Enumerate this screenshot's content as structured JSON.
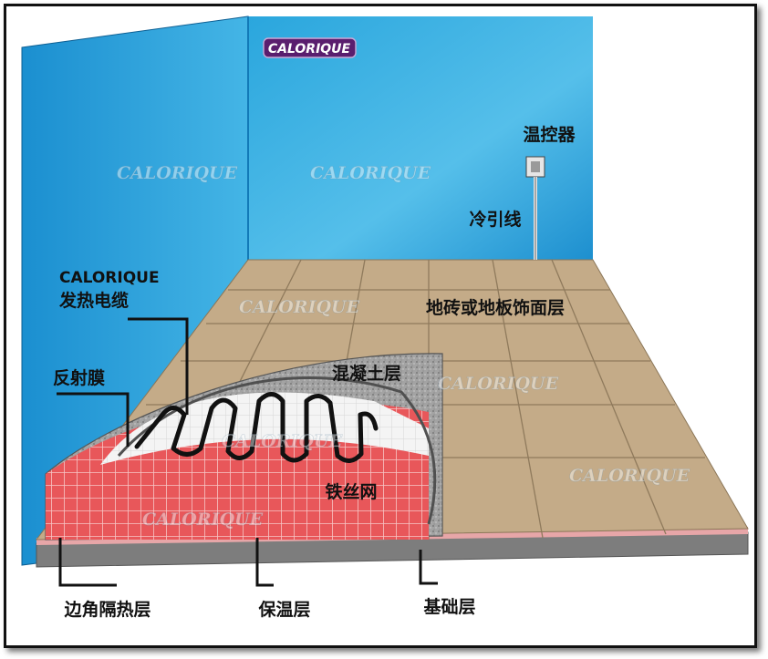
{
  "brand": {
    "logo_text": "CALORIQUE"
  },
  "watermark": "CALORIQUE",
  "labels": {
    "thermostat": "温控器",
    "cold_lead": "冷引线",
    "heating_cable_line1": "CALORIQUE",
    "heating_cable_line2": "发热电缆",
    "tile_layer": "地砖或地板饰面层",
    "reflective_film": "反射膜",
    "concrete": "混凝土层",
    "wire_mesh": "铁丝网",
    "edge_insulation": "边角隔热层",
    "insulation": "保温层",
    "base": "基础层"
  },
  "colors": {
    "wall_blue": "#1f9fd8",
    "tile": "#c4ab88",
    "concrete": "#9e9e9e",
    "insulation_red": "#e8575a",
    "base_gray": "#7d7d7d",
    "logo_purple": "#5a1e6e"
  }
}
